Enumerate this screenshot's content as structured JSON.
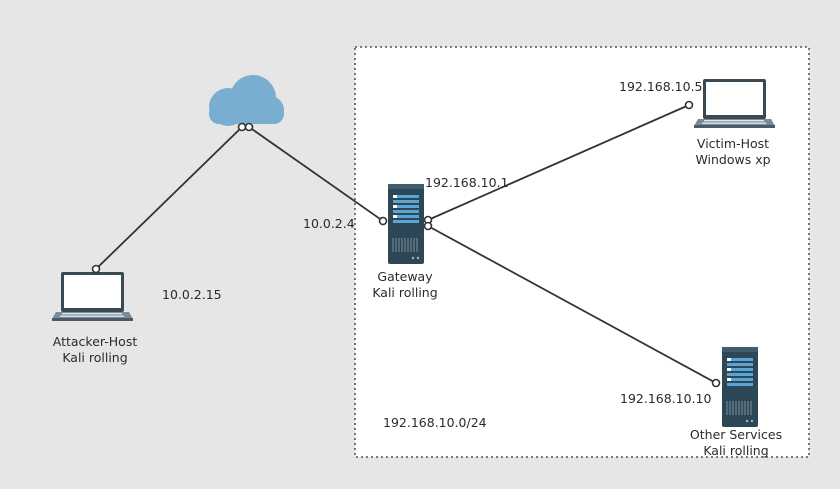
{
  "network": {
    "subnet_label": "192.168.10.0/24"
  },
  "nodes": {
    "cloud": {
      "icon": "cloud-icon",
      "color": "#79aed0"
    },
    "attacker": {
      "name": "Attacker-Host",
      "os": "Kali rolling",
      "icon": "laptop-icon"
    },
    "gateway": {
      "name": "Gateway",
      "os": "Kali rolling",
      "icon": "server-icon"
    },
    "victim": {
      "name": "Victim-Host",
      "os": "Windows xp",
      "icon": "laptop-icon"
    },
    "other": {
      "name": "Other Services",
      "os": "Kali rolling",
      "icon": "server-icon"
    }
  },
  "addresses": {
    "attacker_ip": "10.0.2.15",
    "gateway_external_ip": "10.0.2.4",
    "gateway_internal_ip": "192.168.10.1",
    "victim_ip": "192.168.10.5",
    "other_ip": "192.168.10.10"
  },
  "colors": {
    "background": "#e6e6e6",
    "zone_fill": "#ffffff",
    "link_line": "#333333",
    "server_body": "#2e4756",
    "server_accent": "#5aa5d6"
  }
}
